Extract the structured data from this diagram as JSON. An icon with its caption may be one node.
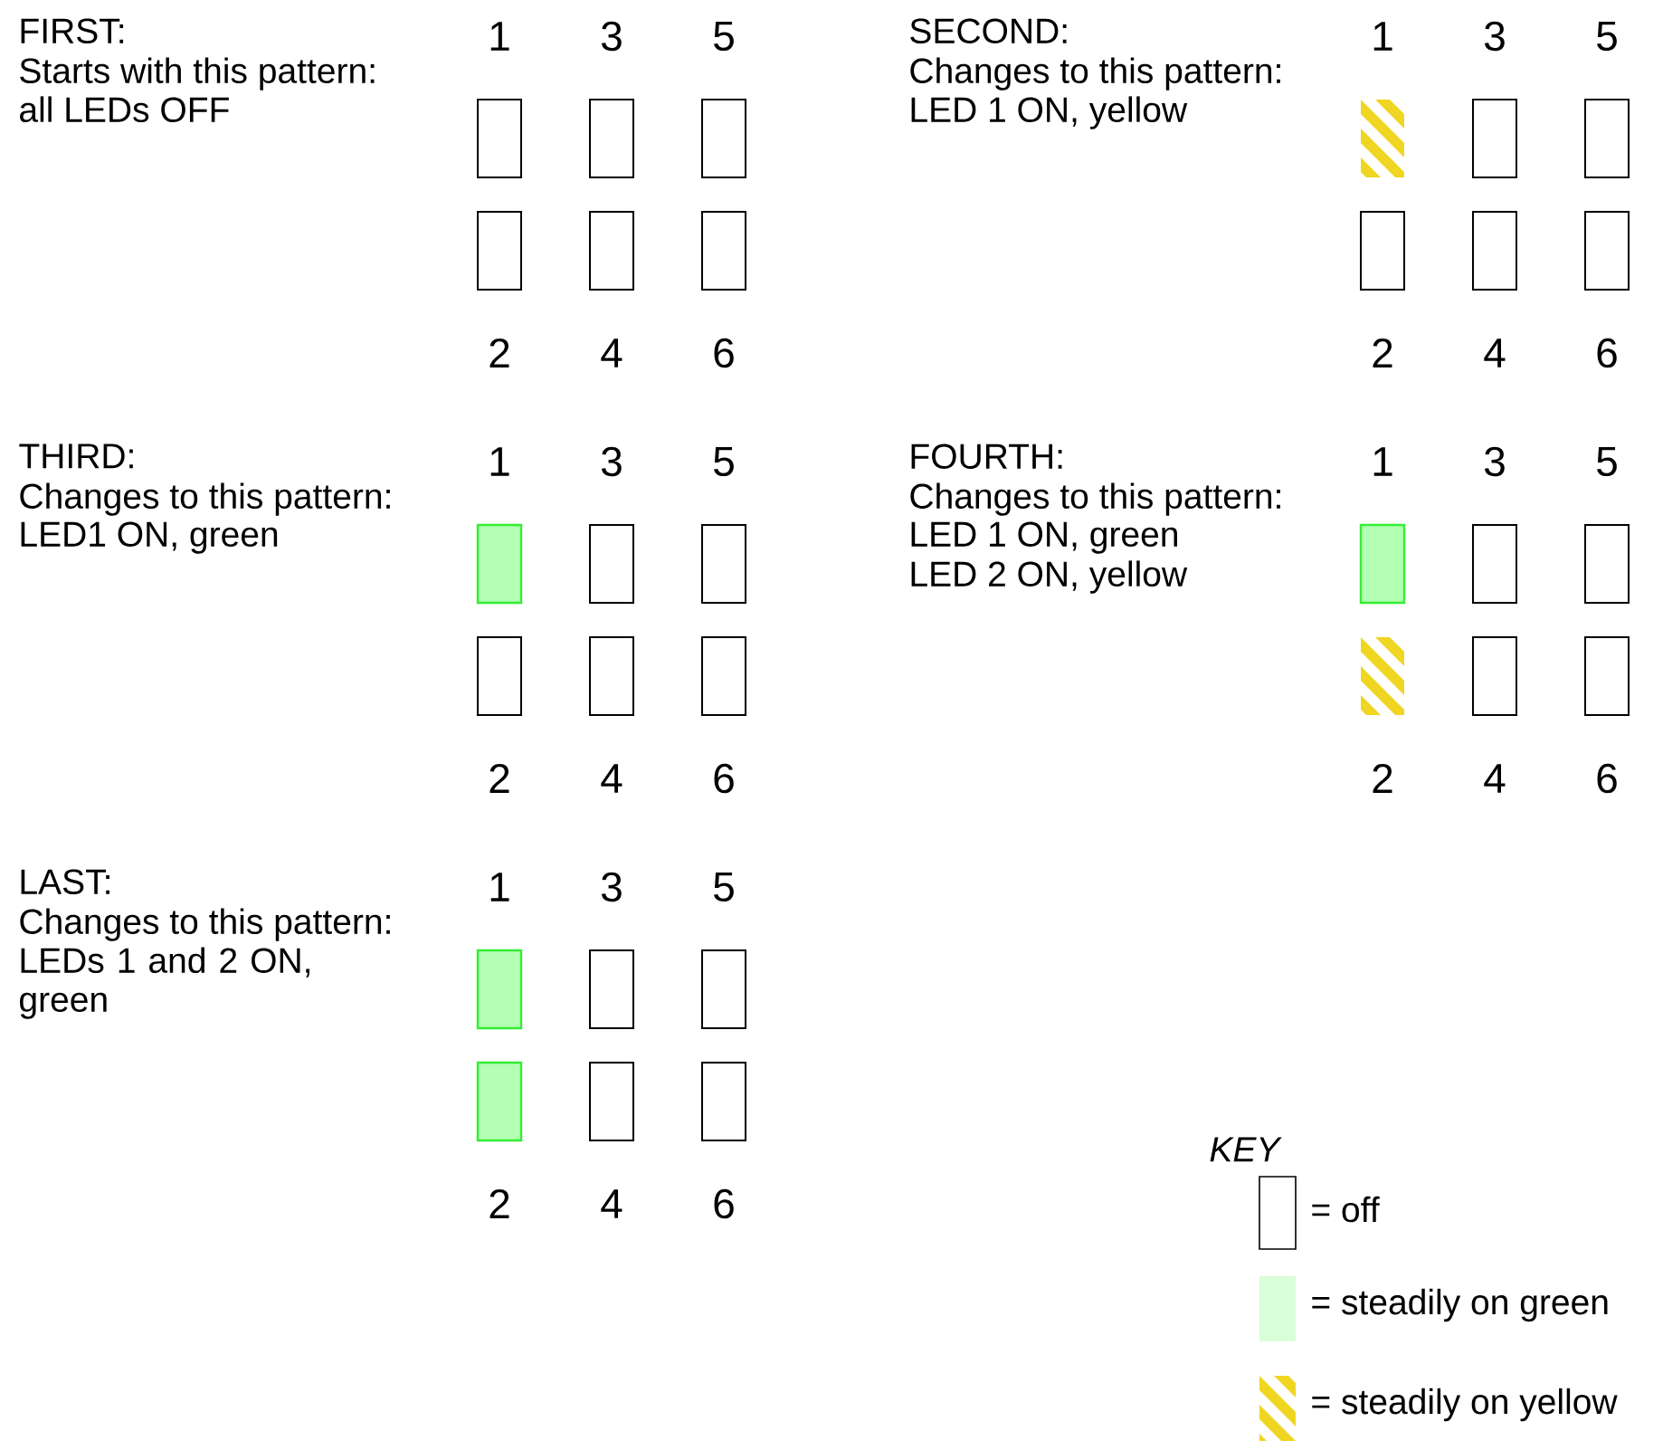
{
  "diagram": {
    "nodes": [
      {
        "text": [
          "1"
        ]
      },
      {
        "text": [
          "3"
        ]
      },
      {
        "text": [
          "5"
        ]
      },
      {
        "text": [
          "2"
        ]
      },
      {
        "text": [
          "4"
        ]
      },
      {
        "text": [
          "6"
        ]
      },
      {
        "text": [
          "1"
        ]
      },
      {
        "text": [
          "3"
        ]
      },
      {
        "text": [
          "5"
        ]
      },
      {
        "text": [
          "2"
        ]
      },
      {
        "text": [
          "4"
        ]
      },
      {
        "text": [
          "6"
        ]
      },
      {
        "text": [
          "1"
        ]
      },
      {
        "text": [
          "3"
        ]
      },
      {
        "text": [
          "5"
        ]
      },
      {
        "text": [
          "2"
        ]
      },
      {
        "text": [
          "4"
        ]
      },
      {
        "text": [
          "6"
        ]
      },
      {
        "text": [
          "1"
        ]
      },
      {
        "text": [
          "3"
        ]
      },
      {
        "text": [
          "5"
        ]
      },
      {
        "text": [
          "2"
        ]
      },
      {
        "text": [
          "4"
        ]
      },
      {
        "text": [
          "6"
        ]
      },
      {
        "text": [
          "1"
        ]
      },
      {
        "text": [
          "3"
        ]
      },
      {
        "text": [
          "5"
        ]
      },
      {
        "text": [
          "2"
        ]
      },
      {
        "text": [
          "4"
        ]
      },
      {
        "text": [
          "6"
        ]
      }
    ],
    "labels": [
      "FIRST:",
      "Starts with this pattern:",
      "all LEDs OFF",
      "SECOND:",
      "Changes to this pattern:",
      "LED 1 ON, yellow",
      "THIRD:",
      "Changes to this pattern:",
      "LED1 ON, green",
      "FOURTH:",
      "Changes to this pattern:",
      "LED 1 ON, green",
      "LED 2 ON, yellow",
      "LAST:",
      "Changes to this pattern:",
      "LEDs 1 and 2 ON, green",
      "KEY"
    ],
    "legend": [
      {
        "text": "= off"
      },
      {
        "text": "= steadily on green",
        "color": "#d9ffd9"
      },
      {
        "text": "= steadily on yellow"
      }
    ]
  }
}
